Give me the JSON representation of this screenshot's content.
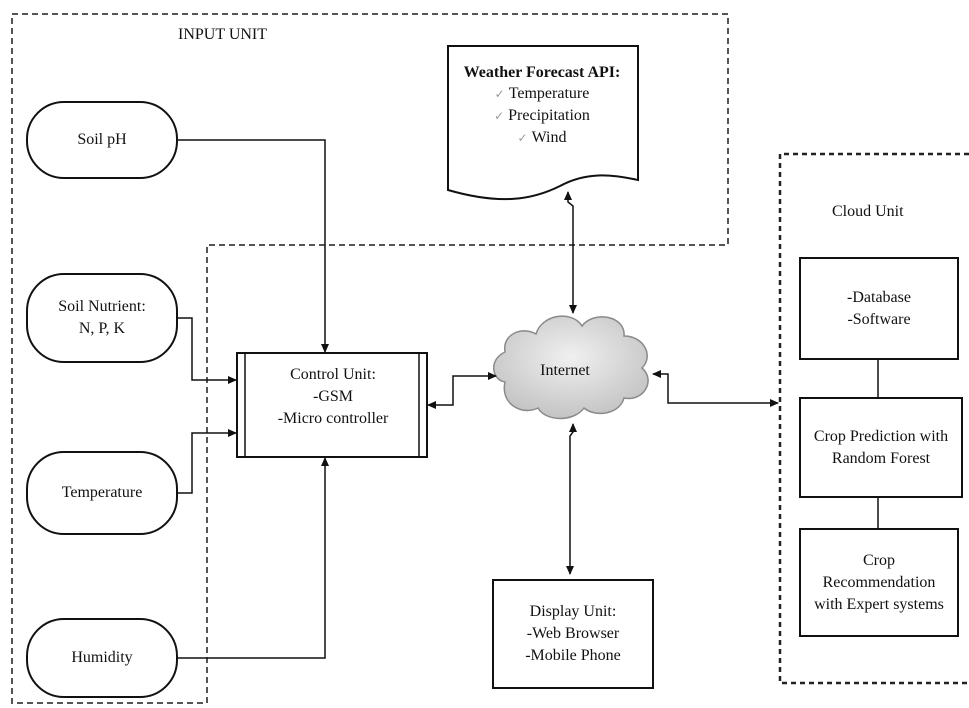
{
  "input_unit": {
    "title": "INPUT UNIT"
  },
  "sensors": [
    {
      "name": "soil-ph",
      "lines": [
        "Soil pH"
      ]
    },
    {
      "name": "soil-nutrient",
      "lines": [
        "Soil Nutrient:",
        "N, P, K"
      ]
    },
    {
      "name": "temperature",
      "lines": [
        "Temperature"
      ]
    },
    {
      "name": "humidity",
      "lines": [
        "Humidity"
      ]
    }
  ],
  "control_unit": {
    "title": "Control Unit:",
    "items": [
      "-GSM",
      "-Micro controller"
    ]
  },
  "weather_api": {
    "title": "Weather Forecast API:",
    "items": [
      "Temperature",
      "Precipitation",
      "Wind"
    ],
    "tick": "✓"
  },
  "internet": {
    "label": "Internet"
  },
  "display_unit": {
    "title": "Display Unit:",
    "items": [
      "-Web Browser",
      "-Mobile Phone"
    ]
  },
  "cloud_unit": {
    "title": "Cloud Unit",
    "boxes": [
      {
        "lines": [
          "-Database",
          "-Software"
        ]
      },
      {
        "lines": [
          "Crop Prediction with",
          "Random Forest"
        ]
      },
      {
        "lines": [
          "Crop",
          "Recommendation",
          "with Expert systems"
        ]
      }
    ]
  },
  "colors": {
    "stroke": "#111111",
    "dashed": "#555555",
    "cloud_fill": "#d2d2d2"
  }
}
